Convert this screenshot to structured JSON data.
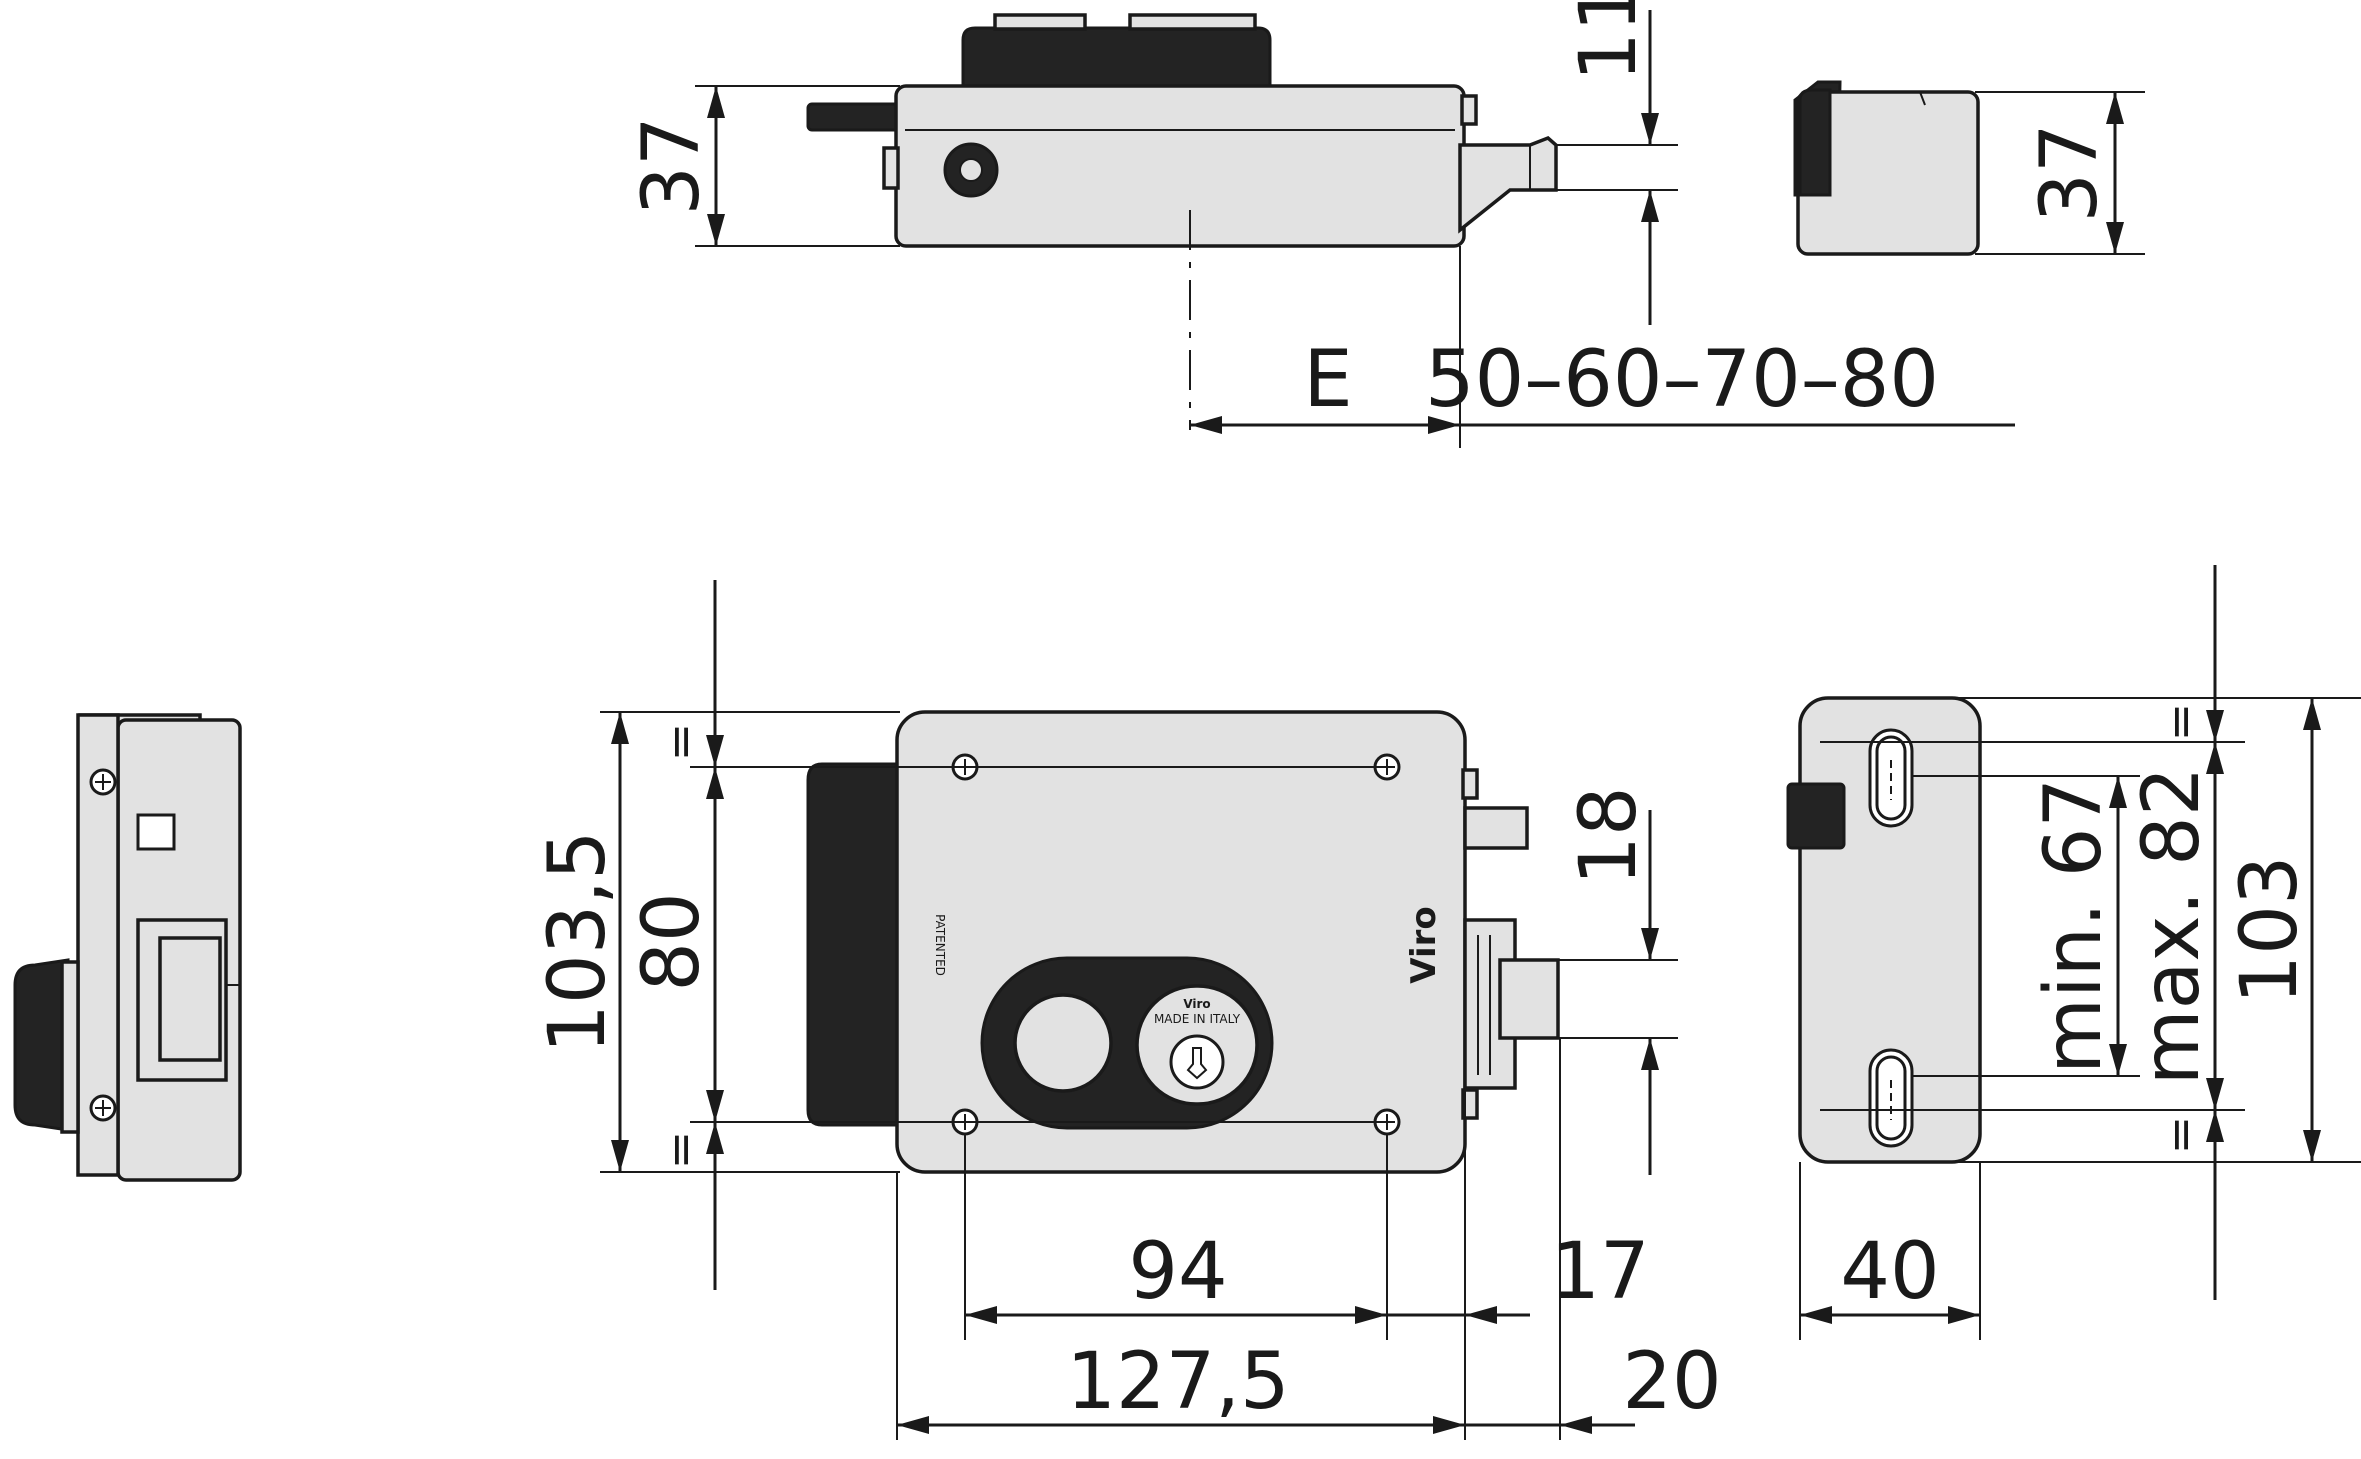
{
  "dimensions": {
    "top_height": "37",
    "top_bolt": "11",
    "top_e": "E",
    "top_range": "50–60–70–80",
    "side_height": "37",
    "front_height_outer": "103,5",
    "front_height_inner": "80",
    "front_bolt": "18",
    "front_width_holes": "94",
    "front_width_total": "127,5",
    "front_bolt_17": "17",
    "front_bolt_20": "20",
    "equal_mark": "=",
    "back_min": "min. 67",
    "back_max": "max. 82",
    "back_height": "103",
    "back_width": "40"
  },
  "labels": {
    "patented": "PATENTED",
    "brand": "Viro",
    "cylinder_brand": "Viro",
    "made_in": "MADE IN ITALY"
  },
  "colors": {
    "body_fill": "#e2e2e2",
    "dark_fill": "#232323",
    "line": "#1a1a1a"
  }
}
